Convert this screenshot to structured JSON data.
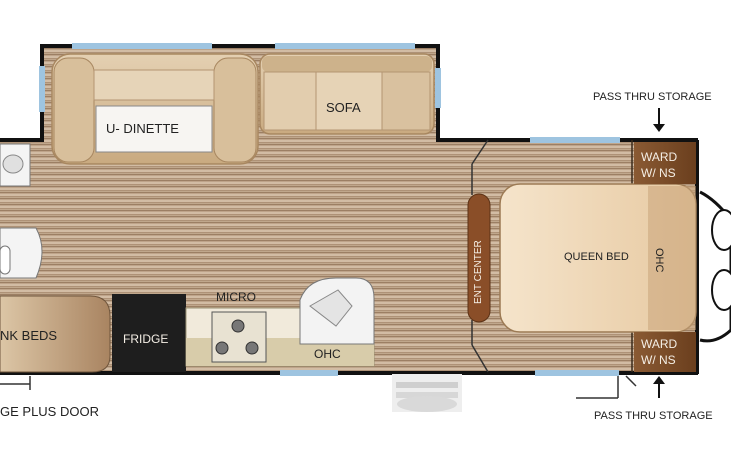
{
  "labels": {
    "u_dinette": "U- DINETTE",
    "sofa": "SOFA",
    "queen_bed": "QUEEN BED",
    "ohc_right": "OHC",
    "ward_top_1": "WARD",
    "ward_top_2": "W/ NS",
    "ward_bottom_1": "WARD",
    "ward_bottom_2": "W/ NS",
    "ent_center": "ENT CENTER",
    "micro": "MICRO",
    "fridge": "FRIDGE",
    "ohc_kitchen": "OHC",
    "bunk_beds": "NK BEDS",
    "pass_thru_top": "PASS THRU STORAGE",
    "pass_thru_bottom": "PASS THRU STORAGE",
    "storage_plus_door": "GE PLUS DOOR"
  },
  "colors": {
    "wall": "#111111",
    "window": "#9ec4e0",
    "floor_light": "#cbb49a",
    "floor_dark": "#8a6e55",
    "upholstery": "#d9c3a2",
    "upholstery_dark": "#b8996f",
    "bed": "#f1dcc0",
    "wardrobe": "#7a4a26",
    "fridge": "#222222",
    "counter": "#e9e1c9",
    "kitchen_counter": "#d7cfb4"
  }
}
